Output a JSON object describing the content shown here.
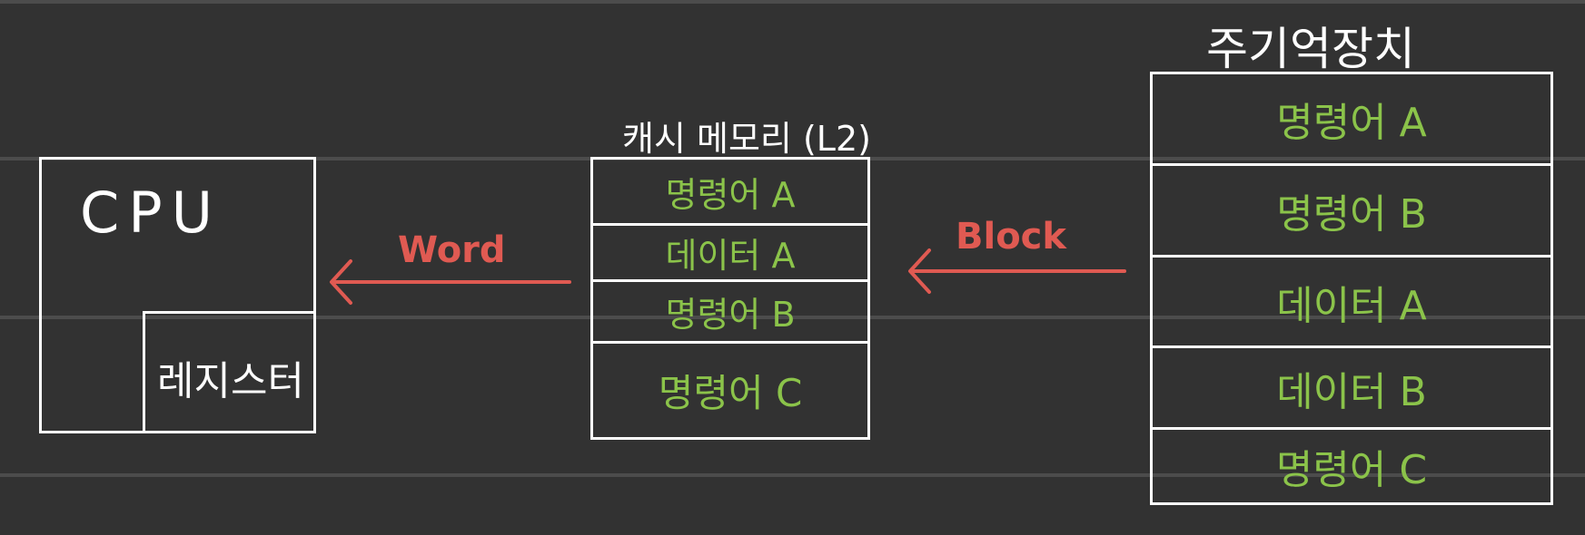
{
  "cpu": {
    "label": "CPU",
    "register_label": "레지스터"
  },
  "cache": {
    "title": "캐시 메모리 (L2)",
    "rows": [
      "명령어 A",
      "데이터 A",
      "명령어 B",
      "명령어 C"
    ]
  },
  "main_memory": {
    "title": "주기억장치",
    "rows": [
      "명령어 A",
      "명령어 B",
      "데이터 A",
      "데이터 B",
      "명령어 C"
    ]
  },
  "arrows": {
    "cache_to_cpu": "Word",
    "memory_to_cache": "Block"
  },
  "colors": {
    "background": "#323232",
    "line": "#ffffff",
    "row_text": "#8bc34a",
    "arrow": "#e05a52"
  }
}
